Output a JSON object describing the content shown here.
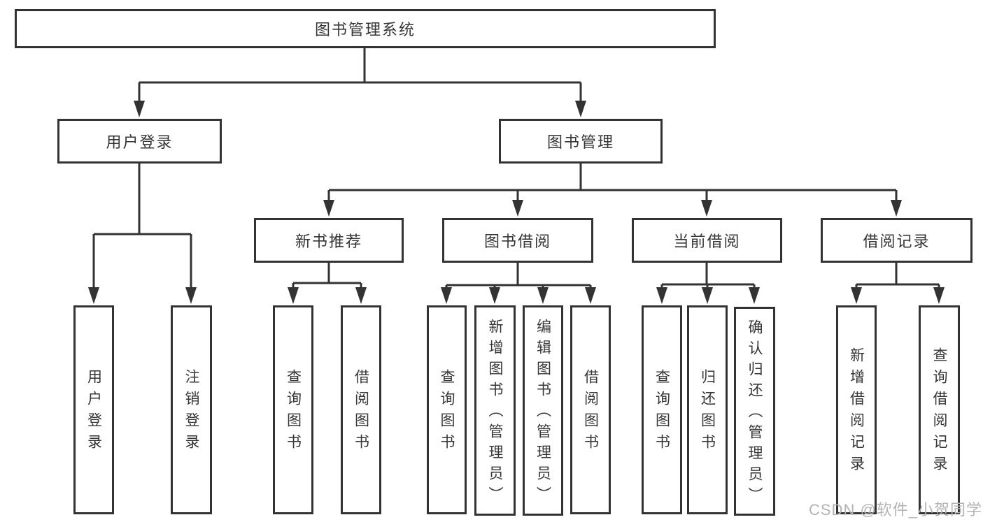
{
  "diagram": {
    "type": "hierarchy-tree",
    "colors": {
      "line": "#333333",
      "box_border": "#333333",
      "box_fill": "#ffffff",
      "text": "#363636",
      "watermark": "#b3b3b3",
      "background": "#ffffff"
    },
    "tree": {
      "label": "图书管理系统",
      "children": [
        {
          "label": "用户登录",
          "children": [
            {
              "label": "用户登录"
            },
            {
              "label": "注销登录"
            }
          ]
        },
        {
          "label": "图书管理",
          "children": [
            {
              "label": "新书推荐",
              "children": [
                {
                  "label": "查询图书"
                },
                {
                  "label": "借阅图书"
                }
              ]
            },
            {
              "label": "图书借阅",
              "children": [
                {
                  "label": "查询图书"
                },
                {
                  "label": "新增图书（管理员）"
                },
                {
                  "label": "编辑图书（管理员）"
                },
                {
                  "label": "借阅图书"
                }
              ]
            },
            {
              "label": "当前借阅",
              "children": [
                {
                  "label": "查询图书"
                },
                {
                  "label": "归还图书"
                },
                {
                  "label": "确认归还（管理员）"
                }
              ]
            },
            {
              "label": "借阅记录",
              "children": [
                {
                  "label": "新增借阅记录"
                },
                {
                  "label": "查询借阅记录"
                }
              ]
            }
          ]
        }
      ]
    },
    "watermark": {
      "text": "CSDN @软件_小贺同学"
    }
  }
}
